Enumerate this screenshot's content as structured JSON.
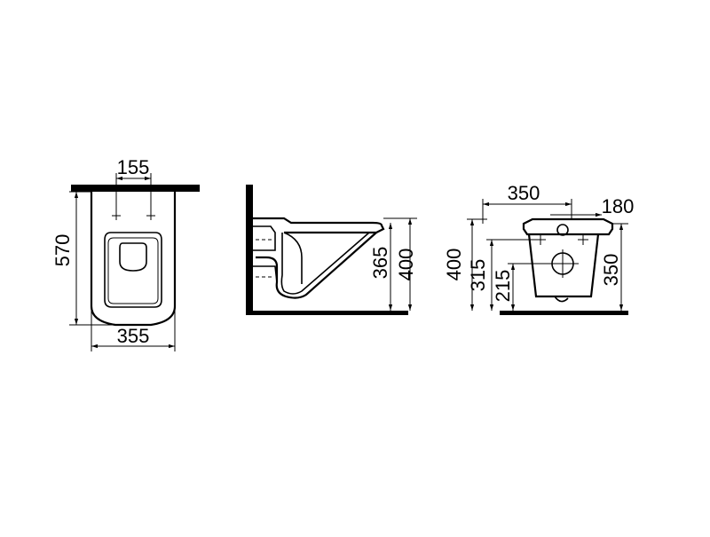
{
  "dimensions": {
    "top_view": {
      "depth": "570",
      "width": "355",
      "bolt_spacing": "155"
    },
    "side_view": {
      "rim_height": "365",
      "total_height": "400"
    },
    "back_view": {
      "bolt_width": "350",
      "outlet_offset": "180",
      "total_height": "400",
      "upper_bolt_height": "315",
      "inlet_height": "215",
      "outlet_height": "350"
    }
  }
}
